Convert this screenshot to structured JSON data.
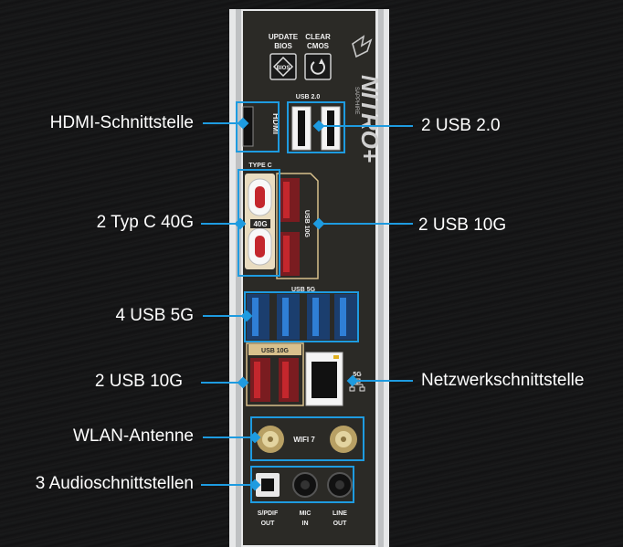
{
  "callouts": {
    "hdmi": "HDMI-Schnittstelle",
    "usb20": "2 USB 2.0",
    "typec": "2 Typ C 40G",
    "usb10g_upper": "2 USB 10G",
    "usb5g": "4 USB 5G",
    "usb10g_lower": "2 USB 10G",
    "network": "Netzwerkschnittstelle",
    "wlan": "WLAN-Antenne",
    "audio": "3 Audioschnittstellen"
  },
  "panel": {
    "update_bios_line1": "UPDATE",
    "update_bios_line2": "BIOS",
    "clear_cmos_line1": "CLEAR",
    "clear_cmos_line2": "CMOS",
    "bios_icon_text": "BIOS",
    "hdmi_label": "HDMI",
    "usb20_label": "USB 2.0",
    "typec_label": "TYPE C",
    "typec_speed": "40G",
    "usb10g_side_label": "USB 10G",
    "usb5g_label": "USB 5G",
    "usb10g_label": "USB 10G",
    "lan_speed": "5G",
    "wifi_label": "WIFI 7",
    "spdif_line1": "S/PDIF",
    "spdif_line2": "OUT",
    "mic_line1": "MIC",
    "mic_line2": "IN",
    "line_line1": "LINE",
    "line_line2": "OUT",
    "brand_small": "SAPPHIRE",
    "brand_logo": "NITRO+"
  },
  "colors": {
    "callout_line": "#1e9be0",
    "panel_bg": "#2b2a26",
    "gold": "#d8c08c",
    "usb3_blue": "#2f7fd6",
    "usb_red": "#c4272d"
  }
}
